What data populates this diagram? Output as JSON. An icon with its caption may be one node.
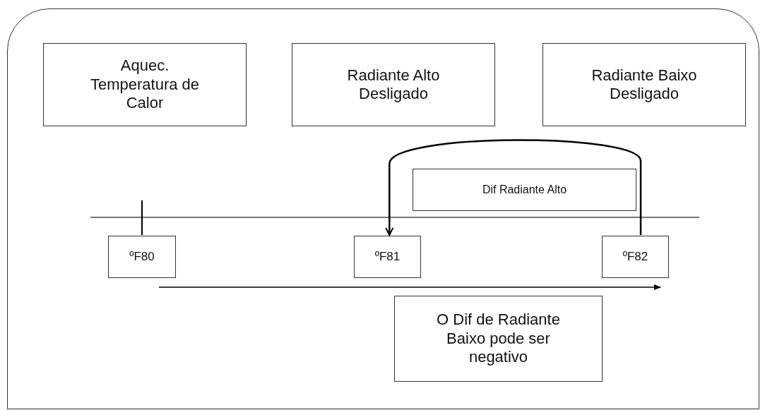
{
  "diagram": {
    "nodes": [
      {
        "text": [],
        "shape": "box"
      },
      {
        "text": [
          "Aquec. Temperatura de Calor"
        ],
        "in": 0
      },
      {
        "text": [
          "Radiante Alto Desligado"
        ],
        "in": 0
      },
      {
        "text": [
          "Radiante Baixo Desligado"
        ],
        "in": 0
      },
      {
        "text": [
          "Dif Radiante Alto"
        ],
        "in": 0
      },
      {
        "text": [
          "ºF80"
        ],
        "in": 0
      },
      {
        "text": [
          "ºF81"
        ],
        "in": 0
      },
      {
        "text": [
          "ºF82"
        ],
        "in": 0
      },
      {
        "text": [
          "O Dif de Radiante Baixo pode ser negativo"
        ],
        "in": 0
      }
    ],
    "edges": [
      {
        "from": 7,
        "to": 6,
        "arrow": "to"
      }
    ]
  }
}
